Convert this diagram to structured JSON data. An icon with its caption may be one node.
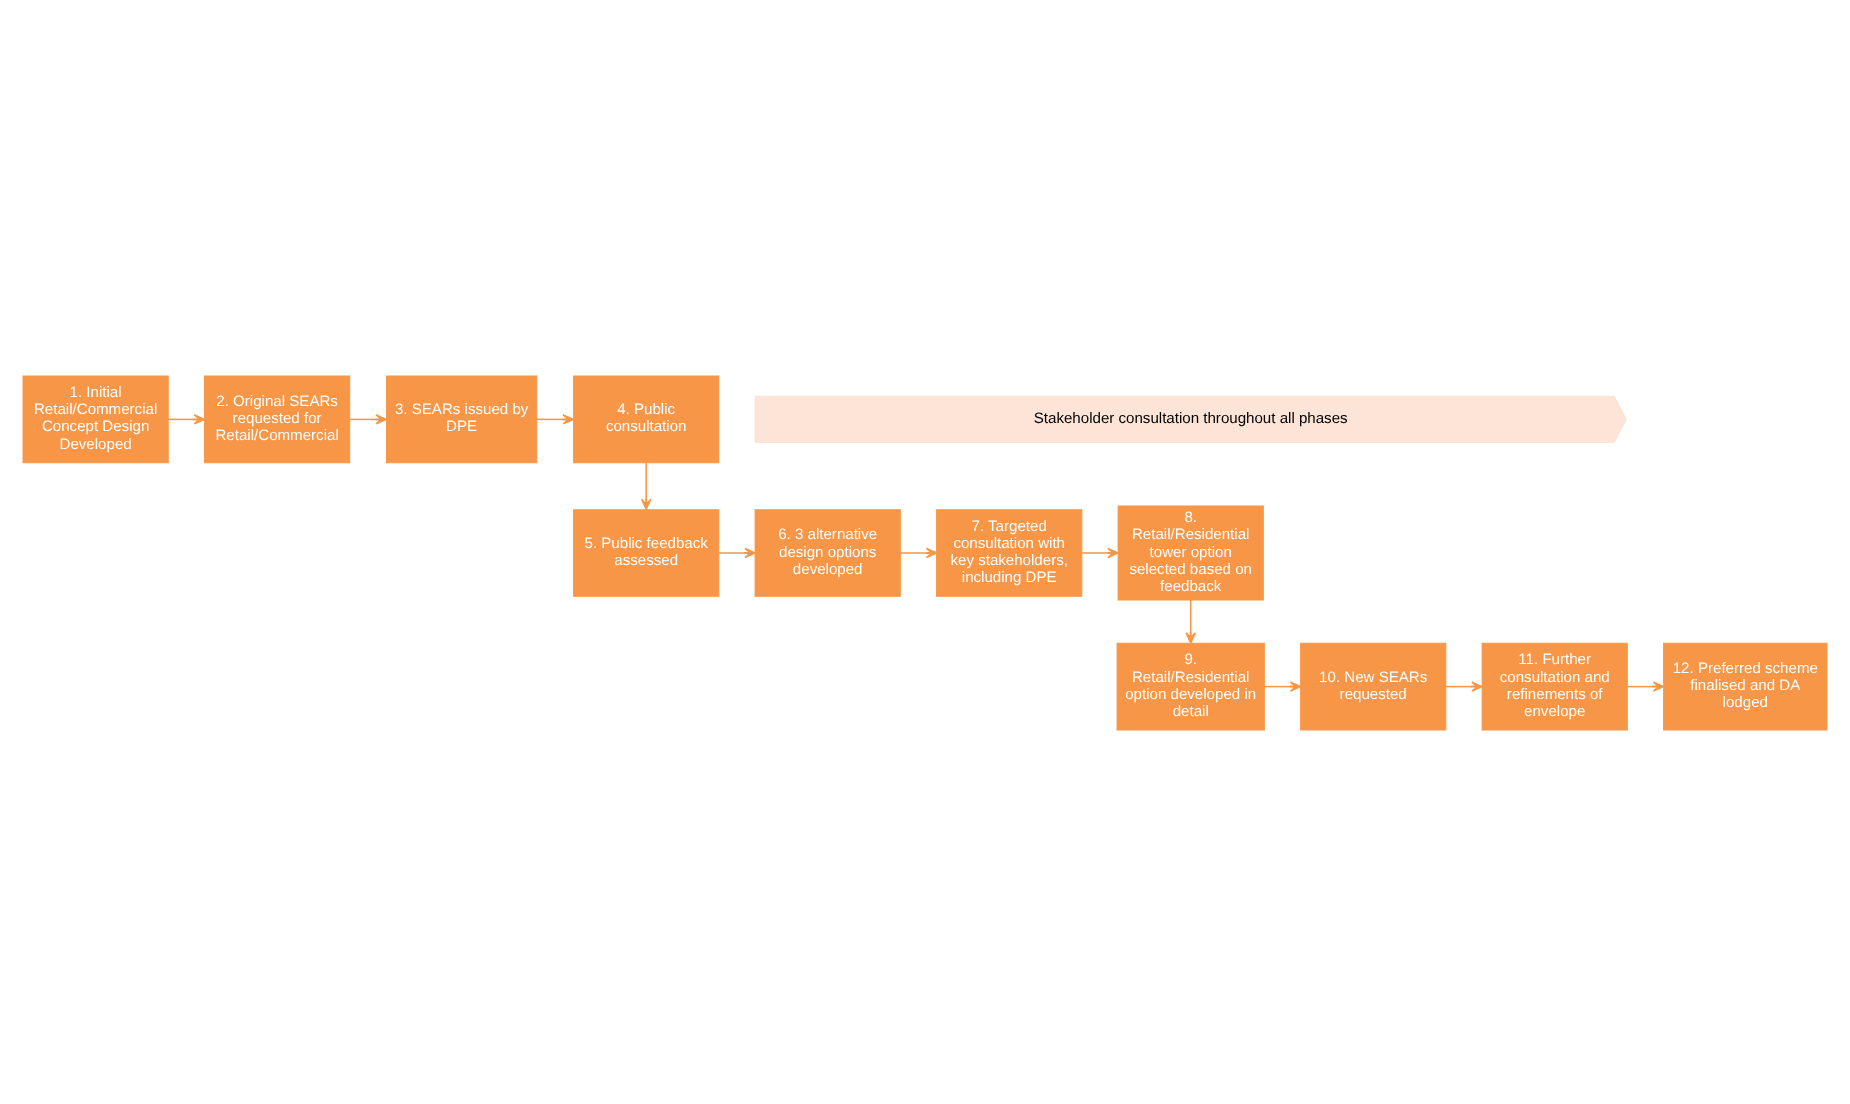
{
  "diagram": {
    "nodes": [
      {
        "text": [
          "1. Initial Retail/Commercial Concept Design Developed"
        ]
      },
      {
        "text": [
          "2. Original SEARs requested for Retail/Commercial"
        ]
      },
      {
        "text": [
          "3. SEARs issued by DPE"
        ]
      },
      {
        "text": [
          "4. Public consultation"
        ]
      },
      {
        "text": [
          "5. Public feedback assessed"
        ]
      },
      {
        "text": [
          "6. 3 alternative design options developed"
        ]
      },
      {
        "text": [
          "7. Targeted consultation with key stakeholders, including DPE"
        ]
      },
      {
        "text": [
          "8. Retail/Residential tower option selected based on feedback"
        ]
      },
      {
        "text": [
          "9. Retail/Residential option developed in detail"
        ]
      },
      {
        "text": [
          "10. New SEARs requested"
        ]
      },
      {
        "text": [
          "11. Further consultation and refinements of envelope"
        ]
      },
      {
        "text": [
          "12. Preferred scheme finalised and DA lodged"
        ]
      },
      {
        "text": [
          "Stakeholder consultation throughout all phases"
        ]
      }
    ],
    "edges": [
      {
        "from": 0,
        "to": 1,
        "arrow": "to"
      },
      {
        "from": 1,
        "to": 2,
        "arrow": "to"
      },
      {
        "from": 2,
        "to": 3,
        "arrow": "to"
      },
      {
        "from": 3,
        "to": 4,
        "arrow": "to"
      },
      {
        "from": 4,
        "to": 5,
        "arrow": "to"
      },
      {
        "from": 5,
        "to": 6,
        "arrow": "to"
      },
      {
        "from": 6,
        "to": 7,
        "arrow": "to"
      },
      {
        "from": 7,
        "to": 8,
        "arrow": "to"
      },
      {
        "from": 8,
        "to": 9,
        "arrow": "to"
      },
      {
        "from": 9,
        "to": 10,
        "arrow": "to"
      },
      {
        "from": 10,
        "to": 11,
        "arrow": "to"
      }
    ]
  }
}
